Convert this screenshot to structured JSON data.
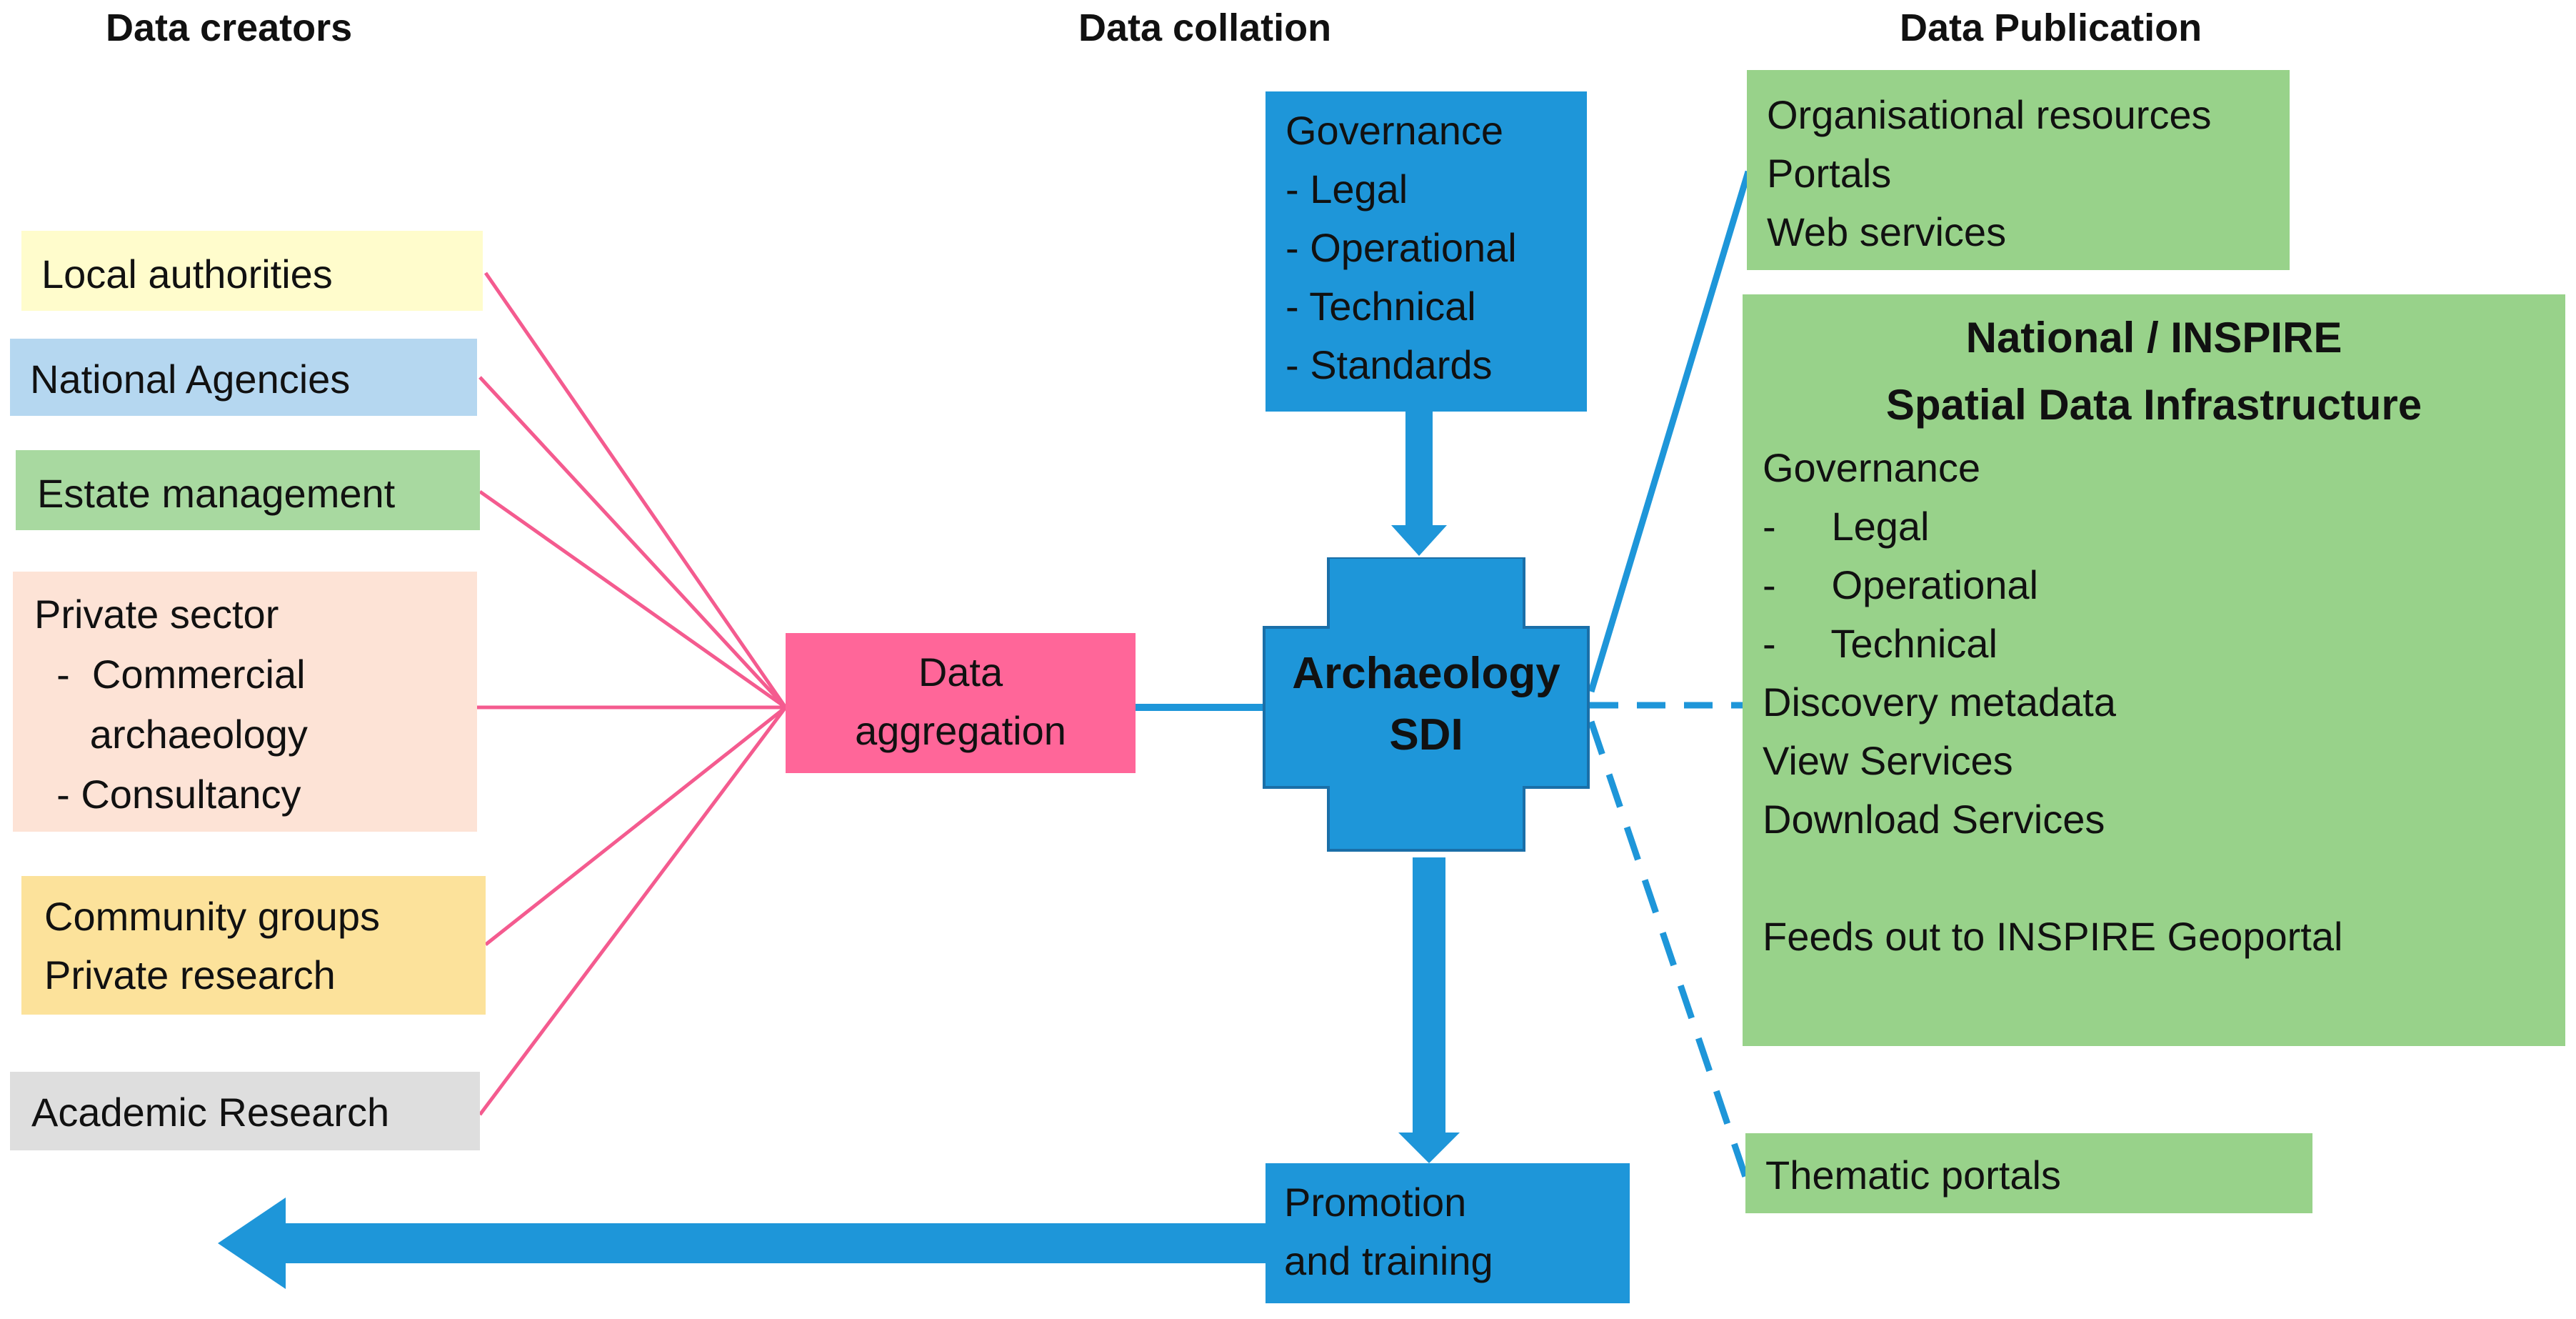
{
  "headers": {
    "creators": "Data creators",
    "collation": "Data collation",
    "publication": "Data Publication"
  },
  "creators": [
    {
      "lines": [
        "Local authorities"
      ],
      "color": "#FFFCCC"
    },
    {
      "lines": [
        "National Agencies"
      ],
      "color": "#B5D7F0"
    },
    {
      "lines": [
        "Estate management"
      ],
      "color": "#A8D9A0"
    },
    {
      "lines": [
        "Private sector",
        "  -  Commercial",
        "     archaeology",
        "  - Consultancy"
      ],
      "color": "#FDE3D6"
    },
    {
      "lines": [
        "Community groups",
        "Private research"
      ],
      "color": "#FCE29B"
    },
    {
      "lines": [
        "Academic Research"
      ],
      "color": "#DEDEDE"
    }
  ],
  "aggregation": {
    "lines": [
      "Data",
      "aggregation"
    ],
    "color": "#FF6699"
  },
  "governance": {
    "lines": [
      "Governance",
      "- Legal",
      "- Operational",
      "- Technical",
      "- Standards"
    ],
    "color": "#1E96D9"
  },
  "sdi": {
    "lines": [
      "Archaeology",
      "SDI"
    ],
    "color": "#1E96D9"
  },
  "promotion": {
    "lines": [
      "Promotion",
      "and training"
    ],
    "color": "#1E96D9"
  },
  "publication": {
    "color": "#98D28A",
    "resources": [
      "Organisational resources",
      "Portals",
      "Web services"
    ],
    "national": {
      "title": [
        "National / INSPIRE",
        "Spatial Data Infrastructure"
      ],
      "lines": [
        "Governance",
        "-     Legal",
        "-     Operational",
        "-     Technical",
        "Discovery metadata",
        "View Services",
        "Download Services",
        "",
        "Feeds out to INSPIRE Geoportal"
      ]
    },
    "thematic": [
      "Thematic portals"
    ]
  },
  "colors": {
    "pink_line": "#F45B8F",
    "blue_line": "#1E96D9"
  }
}
